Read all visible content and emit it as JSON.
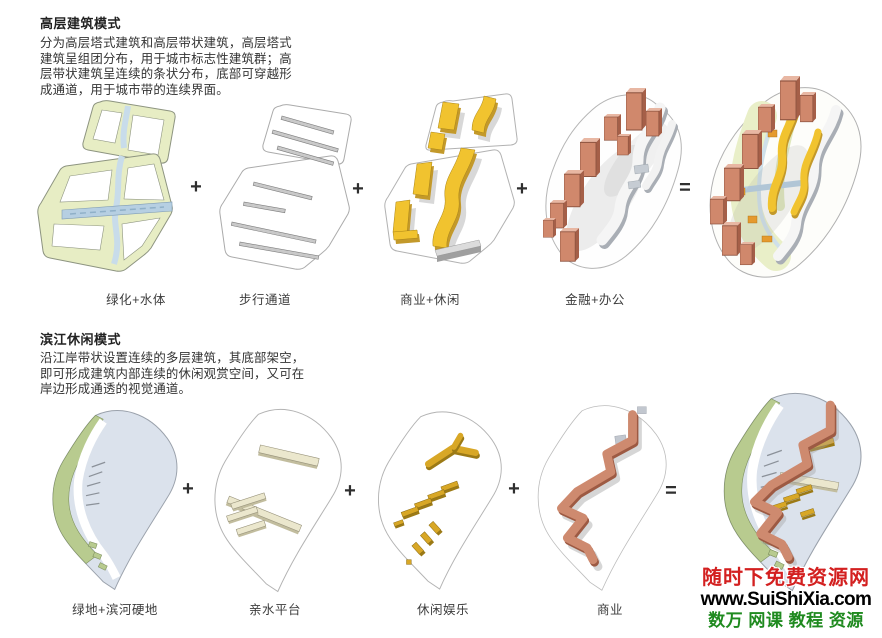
{
  "sections": [
    {
      "title": "高层建筑模式",
      "description": "分为高层塔式建筑和高层带状建筑，高层塔式建筑呈组团分布，用于城市标志性建筑群；高层带状建筑呈连续的条状分布，底部可穿越形成通道，用于城市带的连续界面。",
      "labels": [
        "绿化+水体",
        "步行通道",
        "商业+休闲",
        "金融+办公"
      ],
      "operators": [
        "+",
        "+",
        "+",
        "="
      ]
    },
    {
      "title": "滨江休闲模式",
      "description": "沿江岸带状设置连续的多层建筑，其底部架空，即可形成建筑内部连续的休闲观赏空间，又可在岸边形成通透的视觉通道。",
      "labels": [
        "绿地+滨河硬地",
        "亲水平台",
        "休闲娱乐",
        "商业"
      ],
      "operators": [
        "+",
        "+",
        "+",
        "="
      ]
    }
  ],
  "watermark": {
    "line1": "随时下免费资源网",
    "line2": "www.SuiShiXia.com",
    "line3": "数万 网课 教程 资源",
    "line1_color": "#d32020",
    "line2_color": "#000000",
    "line3_color": "#1f8a1f"
  },
  "colors": {
    "greenery_band": "#e7edc4",
    "water_blue": "#b6cfe2",
    "stream_blue": "#c8dcea",
    "commercial_yellow": "#f1c32f",
    "finance_salmon": "#d0886c",
    "riverside_green": "#b8cb8f",
    "river_gray_blue": "#dbe2ec",
    "platform_cream": "#ebe7cd",
    "leisure_gold": "#d8a726"
  }
}
